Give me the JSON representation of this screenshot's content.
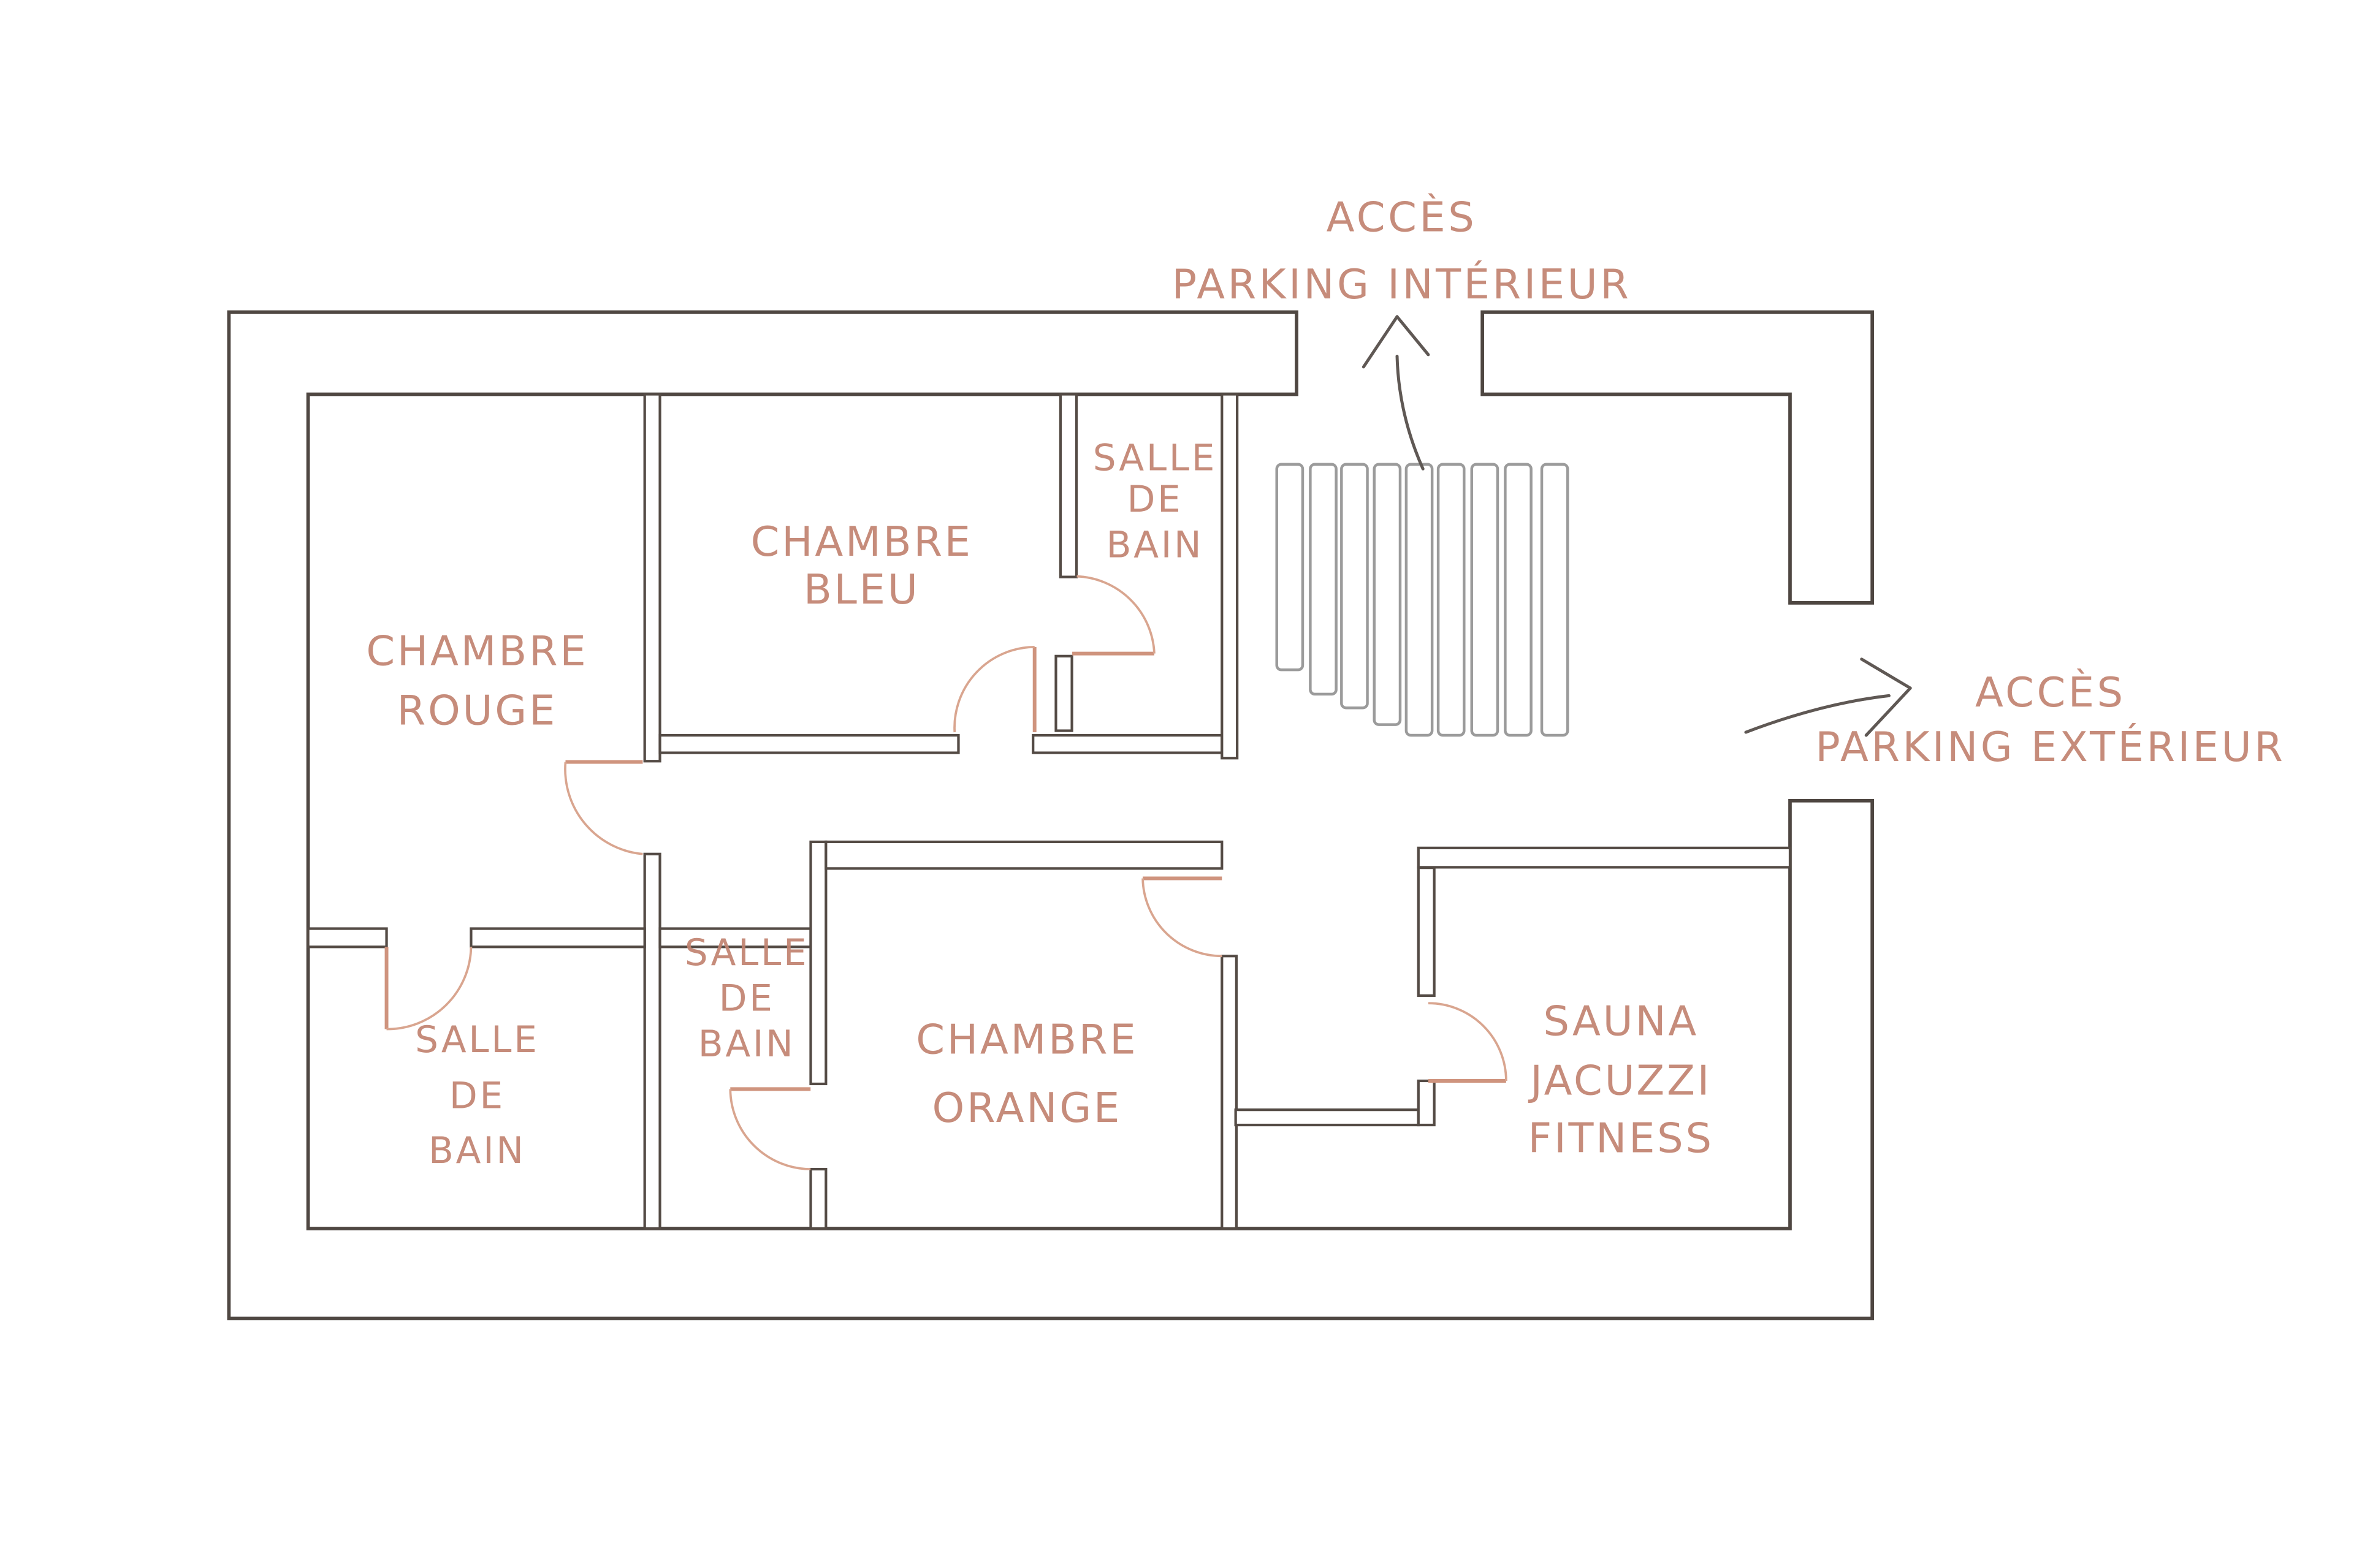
{
  "page": {
    "background": "#ffffff",
    "type": "floor-plan"
  },
  "plan": {
    "colors": {
      "wall": "#4f4742",
      "door": "#d0977f",
      "label": "#c28370",
      "stairs": "#9b9b9b",
      "arrow": "#5f5854",
      "background": "#ffffff"
    },
    "rooms": [
      {
        "id": "chambre-rouge",
        "lines": [
          "CHAMBRE",
          "ROUGE"
        ]
      },
      {
        "id": "chambre-bleu",
        "lines": [
          "CHAMBRE",
          "BLEU"
        ]
      },
      {
        "id": "salle-de-bain-haut",
        "lines": [
          "SALLE",
          "DE",
          "BAIN"
        ]
      },
      {
        "id": "salle-de-bain-milieu",
        "lines": [
          "SALLE",
          "DE",
          "BAIN"
        ]
      },
      {
        "id": "salle-de-bain-bas",
        "lines": [
          "SALLE",
          "DE",
          "BAIN"
        ]
      },
      {
        "id": "chambre-orange",
        "lines": [
          "CHAMBRE",
          "ORANGE"
        ]
      },
      {
        "id": "sauna-jacuzzi-fitness",
        "lines": [
          "SAUNA",
          "JACUZZI",
          "FITNESS"
        ]
      }
    ],
    "annotations": [
      {
        "id": "acces-parking-interieur",
        "direction": "up",
        "lines": [
          "ACCÈS",
          "PARKING INTÉRIEUR"
        ]
      },
      {
        "id": "acces-parking-exterieur",
        "direction": "right",
        "lines": [
          "ACCÈS",
          "PARKING EXTÉRIEUR"
        ]
      }
    ],
    "stairs": {
      "steps": 9
    },
    "doors": 7
  }
}
